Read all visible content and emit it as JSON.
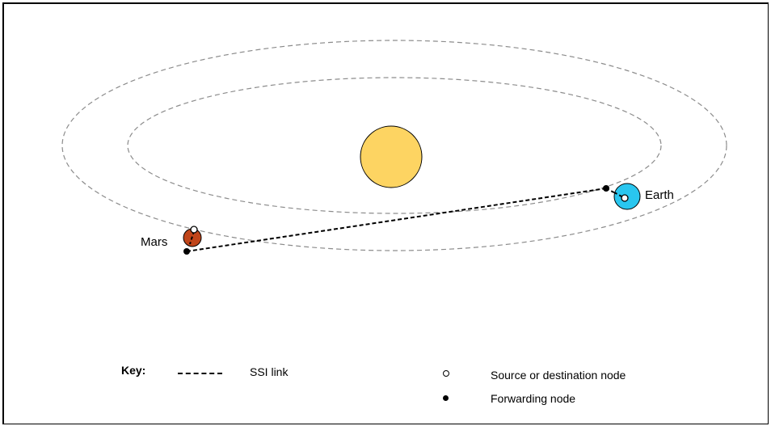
{
  "labels": {
    "mars": "Mars",
    "earth": "Earth"
  },
  "key": {
    "title": "Key:",
    "ssi_link": "SSI link",
    "source_destination": "Source or destination node",
    "forwarding": "Forwarding node"
  },
  "colors": {
    "sun": "#fdd462",
    "mars": "#c0451a",
    "earth": "#29c6ef",
    "orbit": "#8c8c8c"
  }
}
